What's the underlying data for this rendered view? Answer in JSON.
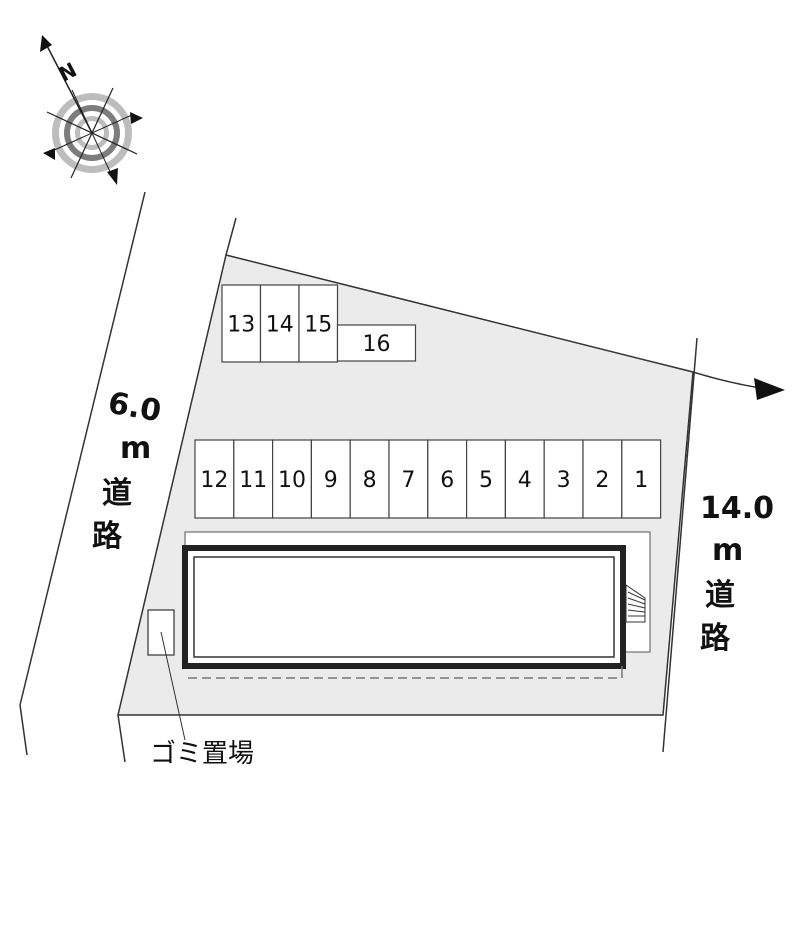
{
  "compass": {
    "north_label": "N",
    "icon": "compass-rose-icon"
  },
  "roads": {
    "west": {
      "width": "6.0",
      "unit": "m",
      "line1": "道",
      "line2": "路"
    },
    "east": {
      "width": "14.0",
      "unit": "m",
      "line1": "道",
      "line2": "路"
    }
  },
  "parking": {
    "upper_row": [
      "13",
      "14",
      "15"
    ],
    "upper_extra": "16",
    "lower_row": [
      "12",
      "11",
      "10",
      "9",
      "8",
      "7",
      "6",
      "5",
      "4",
      "3",
      "2",
      "1"
    ]
  },
  "garbage_label": "ゴミ置場",
  "colors": {
    "lot_fill": "#ebebeb",
    "line": "#333333",
    "building_border": "#222222"
  }
}
